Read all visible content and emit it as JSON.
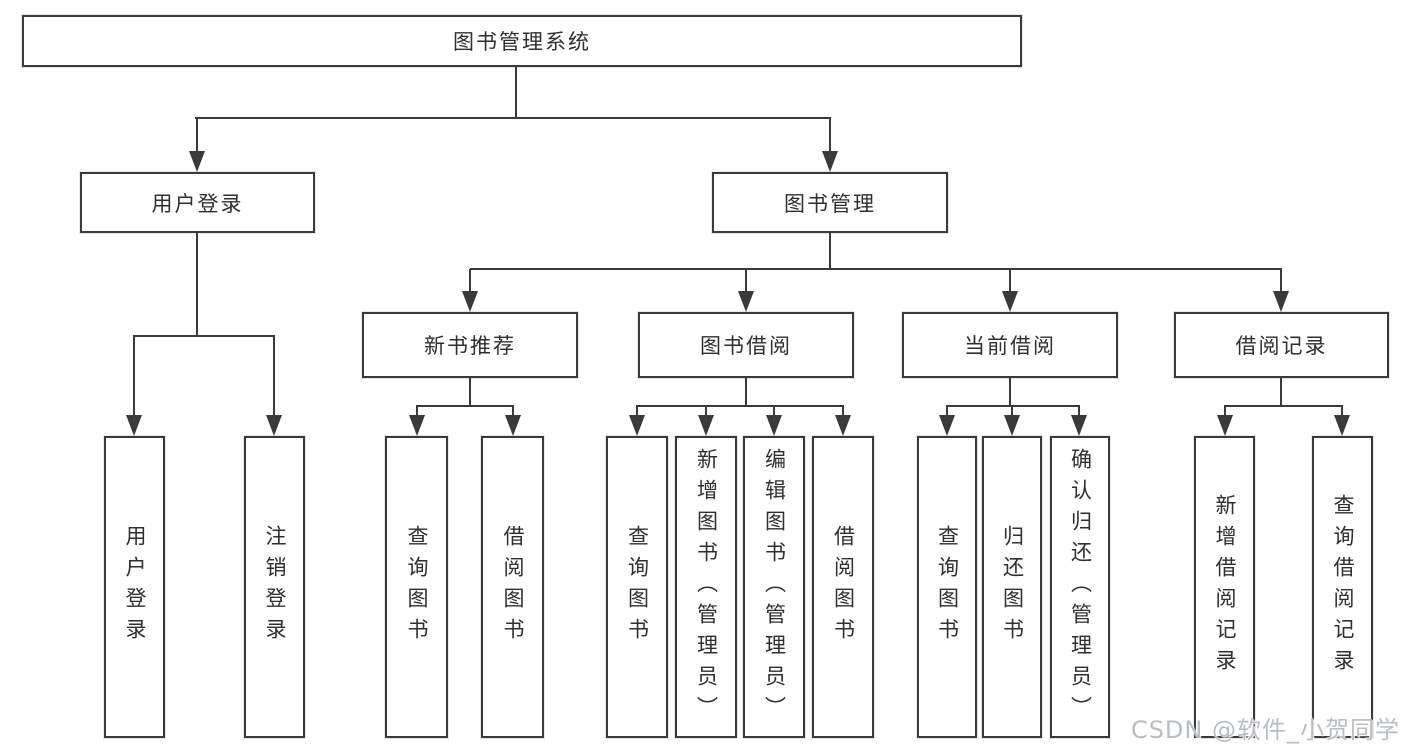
{
  "nodes": {
    "root": {
      "label": "图书管理系统"
    },
    "level2": {
      "user_login": {
        "label": "用户登录"
      },
      "book_mgmt": {
        "label": "图书管理"
      }
    },
    "level3": {
      "new_books": {
        "label": "新书推荐"
      },
      "book_borrow": {
        "label": "图书借阅"
      },
      "current_borrow": {
        "label": "当前借阅"
      },
      "borrow_records": {
        "label": "借阅记录"
      }
    },
    "level4": {
      "user_login_action": {
        "label": "用户登录"
      },
      "logout_action": {
        "label": "注销登录"
      },
      "nb_query_books": {
        "label": "查询图书"
      },
      "nb_borrow_books": {
        "label": "借阅图书"
      },
      "bb_query_books": {
        "label": "查询图书"
      },
      "bb_add_books": {
        "label": "新增图书（管理员）"
      },
      "bb_edit_books": {
        "label": "编辑图书（管理员）"
      },
      "bb_borrow_books": {
        "label": "借阅图书"
      },
      "cb_query_books": {
        "label": "查询图书"
      },
      "cb_return_books": {
        "label": "归还图书"
      },
      "cb_confirm_return": {
        "label": "确认归还（管理员）"
      },
      "br_add_record": {
        "label": "新增借阅记录"
      },
      "br_query_record": {
        "label": "查询借阅记录"
      }
    }
  },
  "watermark": {
    "text": "CSDN @软件_小贺同学"
  },
  "colors": {
    "line": "#3a3a3a",
    "text": "#2f2f2f",
    "background": "#ffffff",
    "watermark": "#b9bdc4"
  }
}
